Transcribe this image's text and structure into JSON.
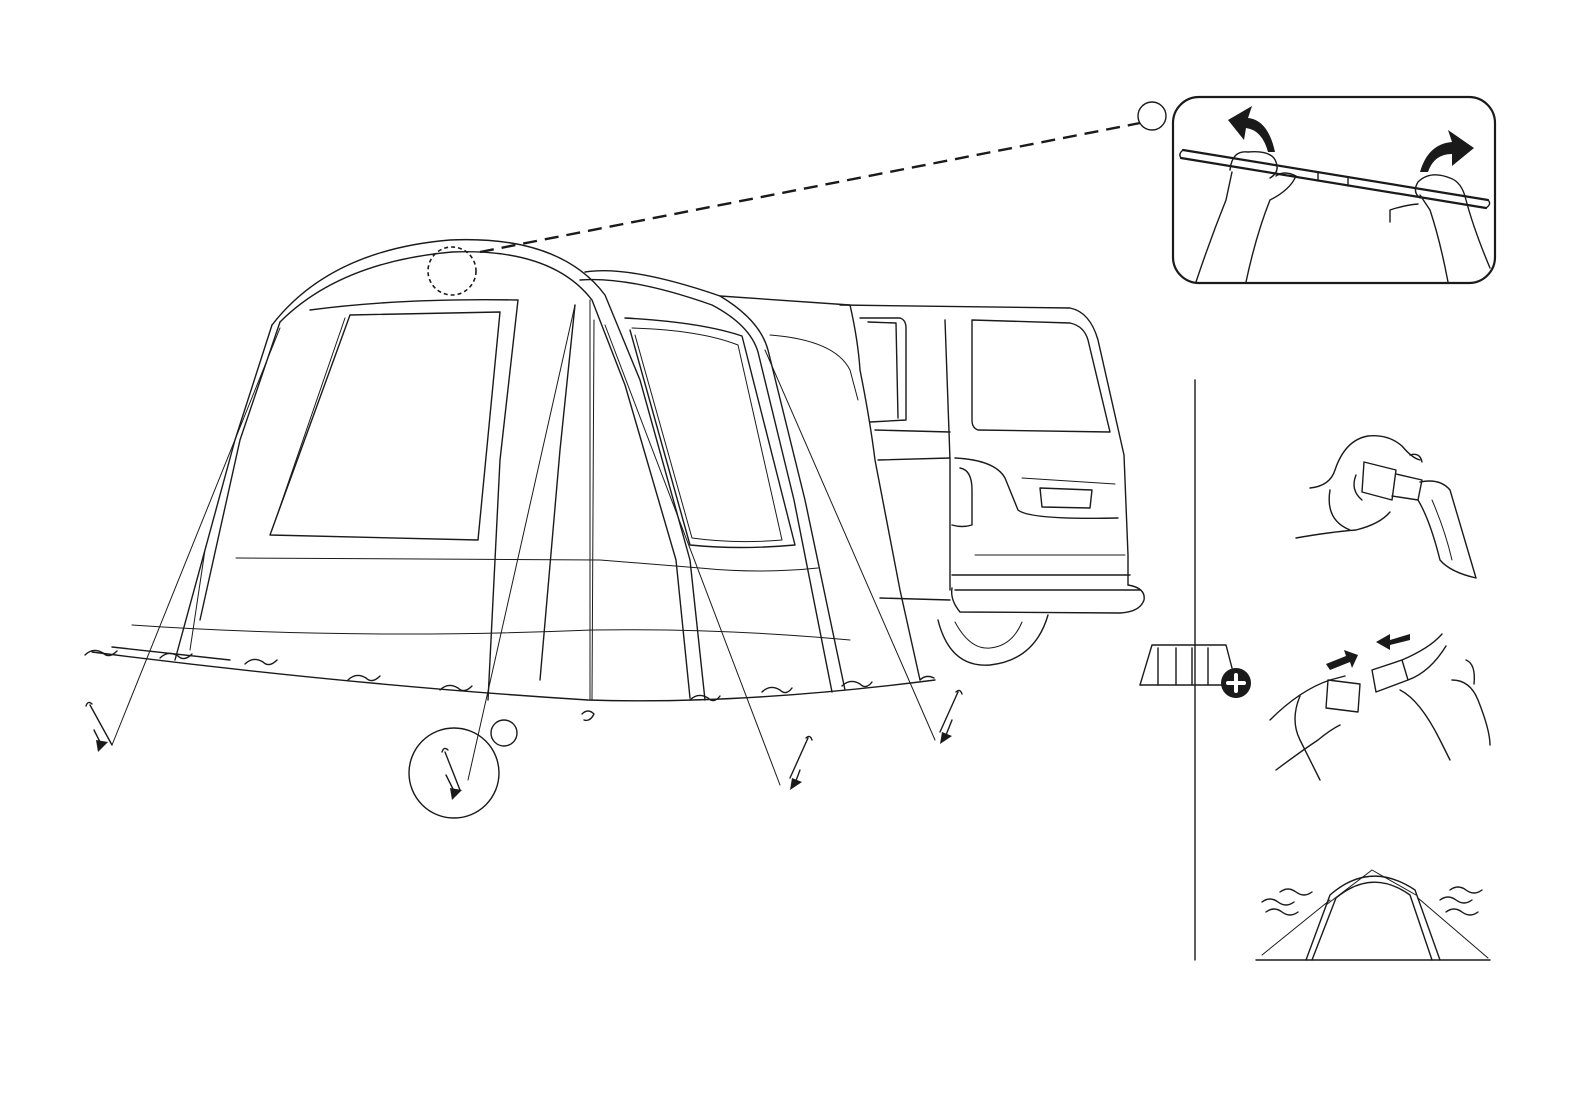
{
  "colors": {
    "line": "#1a1a1a",
    "background": "#ffffff"
  },
  "icons": {
    "main": "awning-tent-on-van-line-drawing",
    "step_pole": "pole-joining-hands-icon",
    "step_buckle_strap": "buckle-strap-hand-icon",
    "step_buckle_connect": "buckle-connect-hands-icon",
    "step_wind": "tent-in-wind-icon",
    "accessory": "optional-accessory-plus-icon",
    "peg": "tent-peg-icon"
  },
  "callouts": [
    {
      "id": "pole-detail-marker",
      "label": ""
    },
    {
      "id": "peg-detail-marker",
      "label": ""
    }
  ]
}
